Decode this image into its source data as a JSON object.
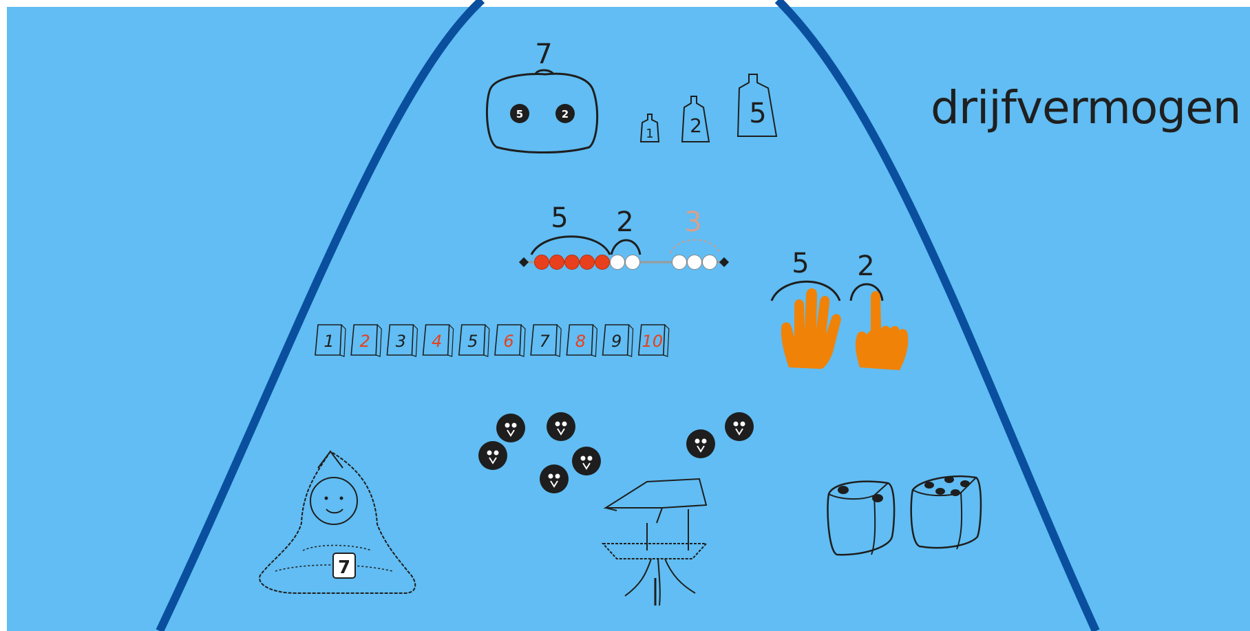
{
  "title": "drijfvermogen",
  "colors": {
    "background": "#61BDF3",
    "arch": "#0A4F9E",
    "line": "#1e1e1e",
    "red": "#E8401C",
    "orange": "#F08208",
    "bead_white": "#ffffff"
  },
  "bag": {
    "total": "7",
    "counters": [
      "5",
      "2"
    ]
  },
  "weights": [
    "1",
    "2",
    "5"
  ],
  "bead_string": {
    "arc_labels": [
      "5",
      "2",
      "3"
    ],
    "red_beads": 5,
    "white_beads": 2,
    "remaining_beads": 3
  },
  "hands": {
    "labels": [
      "5",
      "2"
    ]
  },
  "number_cards": [
    {
      "label": "1",
      "color": "dark"
    },
    {
      "label": "2",
      "color": "red"
    },
    {
      "label": "3",
      "color": "dark"
    },
    {
      "label": "4",
      "color": "red"
    },
    {
      "label": "5",
      "color": "dark"
    },
    {
      "label": "6",
      "color": "red"
    },
    {
      "label": "7",
      "color": "dark"
    },
    {
      "label": "8",
      "color": "red"
    },
    {
      "label": "9",
      "color": "dark"
    },
    {
      "label": "10",
      "color": "red"
    }
  ],
  "birds": {
    "left_group": 5,
    "right_group": 2
  },
  "girl_card": "7",
  "dice": [
    2,
    5
  ]
}
